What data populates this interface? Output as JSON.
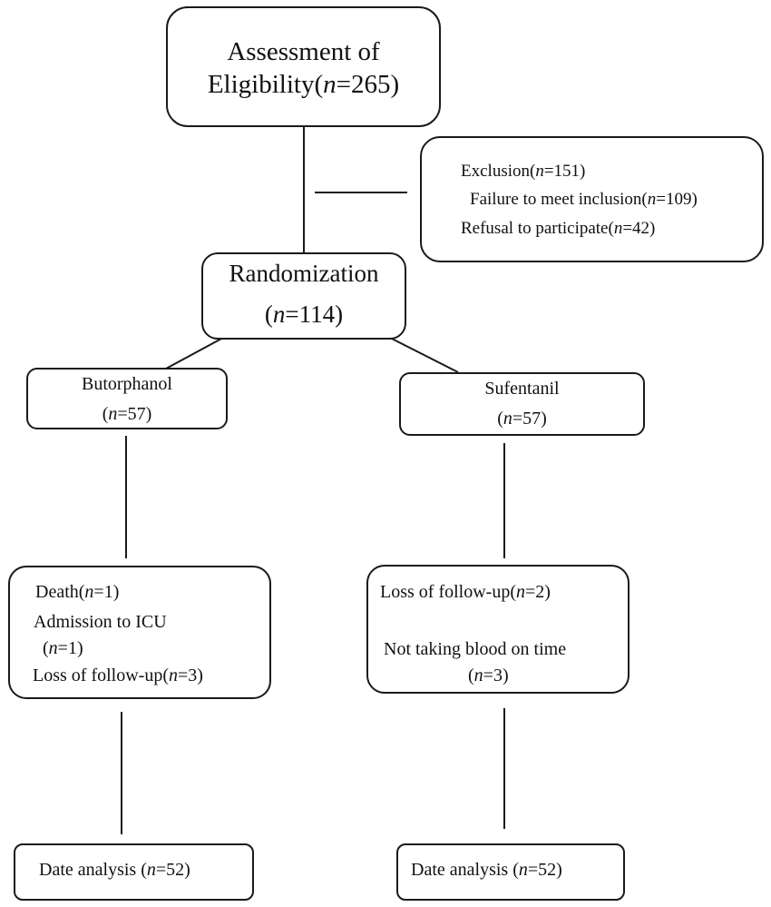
{
  "assessment": {
    "line1": "Assessment of",
    "line2_pre": "Eligibility(",
    "n_sym": "n",
    "line2_post": "=265)"
  },
  "exclusion": {
    "title_pre": "Exclusion(",
    "title_n": "n",
    "title_post": "=151)",
    "item1_pre": "Failure to meet inclusion(",
    "item1_n": "n",
    "item1_post": "=109)",
    "item2_pre": "Refusal to participate(",
    "item2_n": "n",
    "item2_post": "=42)"
  },
  "randomization": {
    "label": "Randomization",
    "n_pre": "(",
    "n_sym": "n",
    "n_post": "=114)"
  },
  "arm_left": {
    "name": "Butorphanol",
    "n_pre": "(",
    "n_sym": "n",
    "n_post": "=57)",
    "loss": {
      "death_pre": "Death(",
      "death_n": "n",
      "death_post": "=1)",
      "icu_label": "Admission to ICU",
      "icu_pre": "(",
      "icu_n": "n",
      "icu_post": "=1)",
      "fu_pre": "Loss of follow-up(",
      "fu_n": "n",
      "fu_post": "=3)"
    },
    "analysis_pre": "Date analysis (",
    "analysis_n": "n",
    "analysis_post": "=52)"
  },
  "arm_right": {
    "name": "Sufentanil",
    "n_pre": "(",
    "n_sym": "n",
    "n_post": "=57)",
    "loss": {
      "fu_pre": "Loss of follow-up(",
      "fu_n": "n",
      "fu_post": "=2)",
      "blood_label": "Not taking blood on time",
      "blood_pre": "(",
      "blood_n": "n",
      "blood_post": "=3)"
    },
    "analysis_pre": "Date analysis (",
    "analysis_n": "n",
    "analysis_post": "=52)"
  }
}
